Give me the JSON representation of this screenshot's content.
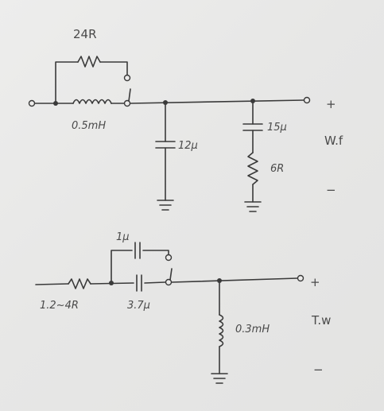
{
  "circuit_top": {
    "parallel_resistor_label": "24R",
    "series_inductor_label": "0.5mH",
    "shunt_capacitor_label": "12μ",
    "branch_capacitor_label": "15μ",
    "branch_resistor_label": "6R",
    "plus_label": "+",
    "output_label": "W.f",
    "minus_label": "−"
  },
  "circuit_bottom": {
    "parallel_capacitor_label": "1μ",
    "series_resistor_label": "1.2~4R",
    "series_capacitor_label": "3.7μ",
    "shunt_inductor_label": "0.3mH",
    "plus_label": "+",
    "output_label": "T.w",
    "minus_label": "−"
  }
}
